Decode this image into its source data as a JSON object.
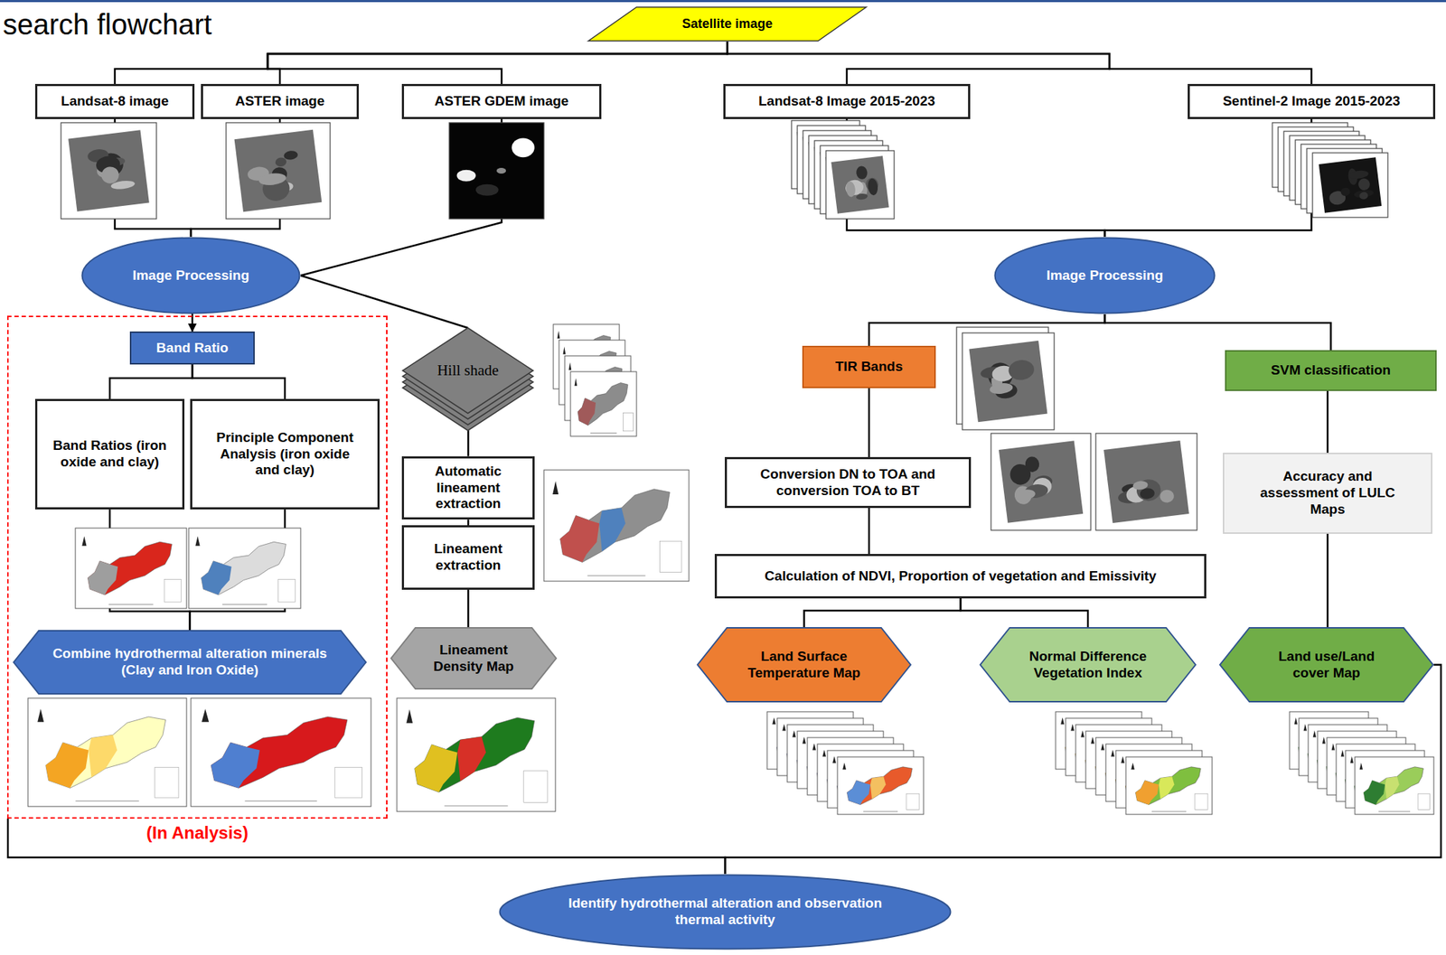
{
  "diagram": {
    "title": "search flowchart",
    "nodes": [
      {
        "text": [
          "Satellite image"
        ]
      },
      {
        "text": [
          "Landsat-8 image"
        ]
      },
      {
        "text": [
          "ASTER image"
        ]
      },
      {
        "text": [
          "ASTER GDEM image"
        ]
      },
      {
        "text": [
          "Landsat-8 Image 2015-2023"
        ]
      },
      {
        "text": [
          "Sentinel-2 Image 2015-2023"
        ]
      },
      {
        "text": [
          "Image Processing"
        ]
      },
      {
        "text": [
          "Image Processing"
        ]
      },
      {
        "text": [
          "(In Analysis)"
        ]
      },
      {
        "text": [
          "Band Ratio"
        ],
        "in": 8
      },
      {
        "text": [
          "Band Ratios (iron oxide and clay)"
        ],
        "in": 8
      },
      {
        "text": [
          "Principle Component Analysis (iron oxide and clay)"
        ],
        "in": 8
      },
      {
        "text": [
          "Combine hydrothermal alteration minerals (Clay and Iron Oxide)"
        ],
        "in": 8
      },
      {
        "text": [
          "Hill shade"
        ]
      },
      {
        "text": [
          "Automatic lineament extraction"
        ]
      },
      {
        "text": [
          "Lineament extraction"
        ]
      },
      {
        "text": [
          "Lineament Density Map"
        ]
      },
      {
        "text": [
          "TIR Bands"
        ]
      },
      {
        "text": [
          "SVM classification"
        ]
      },
      {
        "text": [
          "Conversion DN to TOA and conversion TOA to BT"
        ]
      },
      {
        "text": [
          "Accuracy and assessment of LULC Maps"
        ]
      },
      {
        "text": [
          "Calculation of NDVI, Proportion of vegetation and Emissivity"
        ]
      },
      {
        "text": [
          "Land Surface Temperature Map"
        ]
      },
      {
        "text": [
          "Normal Difference Vegetation Index"
        ]
      },
      {
        "text": [
          "Land use/Land cover Map"
        ]
      },
      {
        "text": [
          "Identify hydrothermal alteration and observation thermal activity"
        ]
      }
    ],
    "edges": [
      {
        "from": 0,
        "to": 1,
        "arrow": "none"
      },
      {
        "from": 0,
        "to": 2,
        "arrow": "none"
      },
      {
        "from": 0,
        "to": 3,
        "arrow": "none"
      },
      {
        "from": 0,
        "to": 4,
        "arrow": "none"
      },
      {
        "from": 0,
        "to": 5,
        "arrow": "none"
      },
      {
        "from": 1,
        "to": 6,
        "arrow": "none"
      },
      {
        "from": 2,
        "to": 6,
        "arrow": "none"
      },
      {
        "from": 3,
        "to": 6,
        "arrow": "none"
      },
      {
        "from": 4,
        "to": 7,
        "arrow": "none"
      },
      {
        "from": 5,
        "to": 7,
        "arrow": "none"
      },
      {
        "from": 6,
        "to": 9,
        "arrow": "to"
      },
      {
        "from": 6,
        "to": 13,
        "arrow": "none"
      },
      {
        "from": 9,
        "to": 10,
        "arrow": "none"
      },
      {
        "from": 9,
        "to": 11,
        "arrow": "none"
      },
      {
        "from": 10,
        "to": 12,
        "arrow": "none"
      },
      {
        "from": 11,
        "to": 12,
        "arrow": "none"
      },
      {
        "from": 13,
        "to": 14,
        "arrow": "none"
      },
      {
        "from": 14,
        "to": 15,
        "arrow": "none"
      },
      {
        "from": 15,
        "to": 16,
        "arrow": "none"
      },
      {
        "from": 7,
        "to": 17,
        "arrow": "none"
      },
      {
        "from": 7,
        "to": 18,
        "arrow": "none"
      },
      {
        "from": 17,
        "to": 19,
        "arrow": "none"
      },
      {
        "from": 19,
        "to": 21,
        "arrow": "none"
      },
      {
        "from": 21,
        "to": 22,
        "arrow": "none"
      },
      {
        "from": 21,
        "to": 23,
        "arrow": "none"
      },
      {
        "from": 18,
        "to": 20,
        "arrow": "none"
      },
      {
        "from": 20,
        "to": 24,
        "arrow": "none"
      },
      {
        "from": 8,
        "to": 25,
        "arrow": "none"
      },
      {
        "from": 24,
        "to": 25,
        "arrow": "none"
      }
    ]
  }
}
